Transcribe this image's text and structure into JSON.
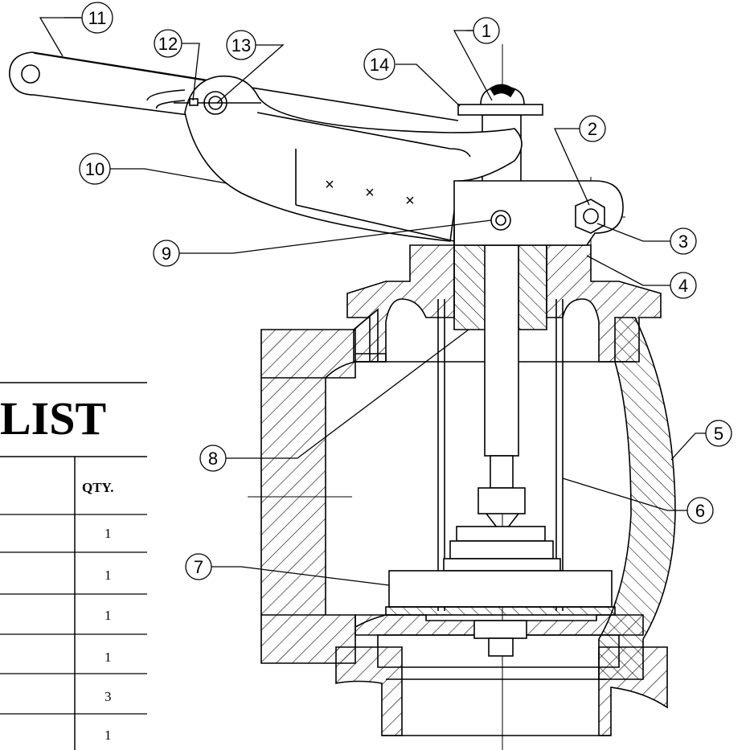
{
  "parts_list": {
    "title_fragment": "LIST",
    "qty_header": "QTY.",
    "quantities": [
      "1",
      "1",
      "1",
      "1",
      "3",
      "1"
    ]
  },
  "callouts": [
    "1",
    "2",
    "3",
    "4",
    "5",
    "6",
    "7",
    "8",
    "9",
    "10",
    "11",
    "12",
    "13",
    "14"
  ],
  "x_marks": [
    "×",
    "×",
    "×"
  ]
}
